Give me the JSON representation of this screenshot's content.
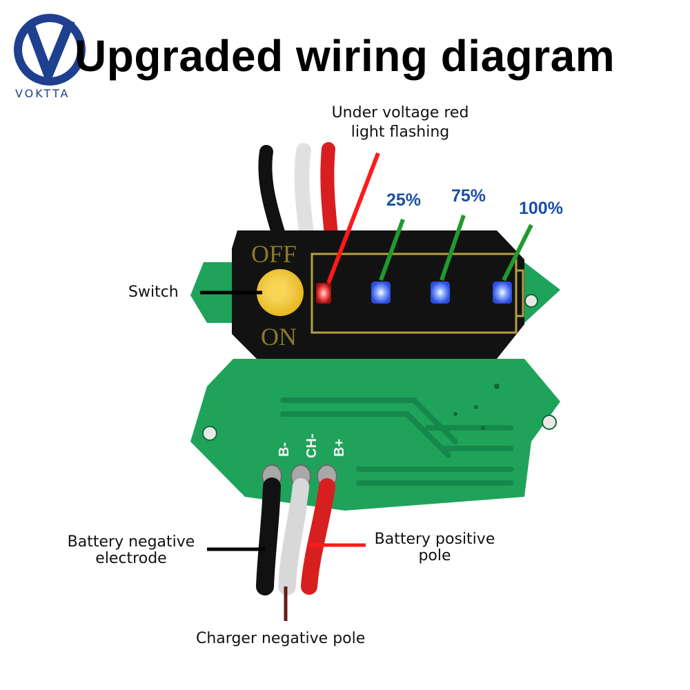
{
  "title": "Upgraded wiring diagram",
  "logo": {
    "text": "VOKTTA"
  },
  "callouts": {
    "under_voltage_line1": "Under voltage red",
    "under_voltage_line2": "light flashing",
    "switch": "Switch",
    "battery_negative_line1": "Battery negative",
    "battery_negative_line2": "electrode",
    "battery_positive_line1": "Battery positive",
    "battery_positive_line2": "pole",
    "charger_negative": "Charger negative pole"
  },
  "levels": {
    "p25": "25%",
    "p75": "75%",
    "p100": "100%"
  },
  "panel": {
    "off": "OFF",
    "on": "ON"
  },
  "pads": {
    "b_minus": "B-",
    "ch_minus": "CH-",
    "b_plus": "B+"
  },
  "colors": {
    "pcb_green": "#1fa35a",
    "panel_black": "#111111",
    "led_blue": "#3b6cff",
    "led_red": "#e03030",
    "leader_green": "#1f9a2f",
    "leader_red": "#ff1a1a",
    "text_blue": "#1a4fa8"
  }
}
